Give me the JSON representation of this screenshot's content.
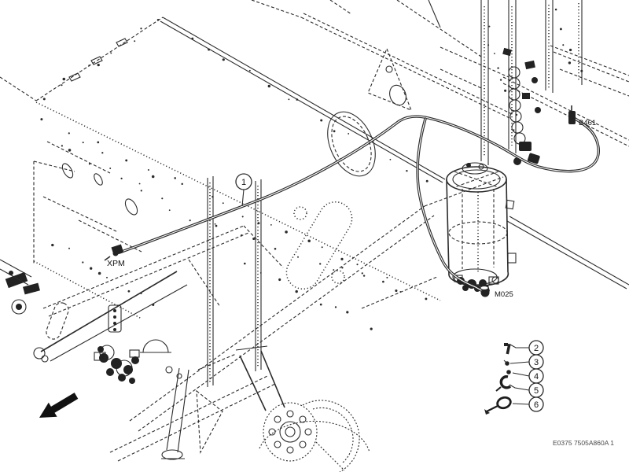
{
  "diagram": {
    "background": "#ffffff",
    "line_color": "#2b2b2b",
    "drawing_number": "E0375 7505A860A 1",
    "component_labels": [
      {
        "id": "xpm",
        "text": "XPM"
      },
      {
        "id": "b461",
        "text": "B461"
      },
      {
        "id": "m025",
        "text": "M025"
      }
    ],
    "callouts": [
      {
        "number": "1"
      },
      {
        "number": "2"
      },
      {
        "number": "3"
      },
      {
        "number": "4"
      },
      {
        "number": "5"
      },
      {
        "number": "6"
      }
    ]
  }
}
